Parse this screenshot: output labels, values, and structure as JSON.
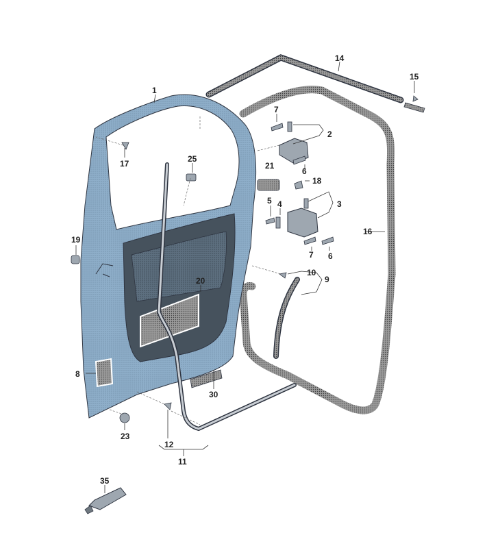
{
  "callouts": {
    "c1": "1",
    "c2": "2",
    "c3": "3",
    "c4": "4",
    "c5": "5",
    "c6a": "6",
    "c6b": "6",
    "c7a": "7",
    "c7b": "7",
    "c8": "8",
    "c9": "9",
    "c10": "10",
    "c11": "11",
    "c12": "12",
    "c14": "14",
    "c15": "15",
    "c16": "16",
    "c17": "17",
    "c18": "18",
    "c19": "19",
    "c20": "20",
    "c21": "21",
    "c23": "23",
    "c25": "25",
    "c30": "30",
    "c35": "35"
  },
  "colors": {
    "door_body": "#8eaec9",
    "door_shadow": "#6f8fab",
    "door_edge": "#2e3440",
    "seal": "#7f7f7f",
    "seal_dark": "#555a60",
    "hardware": "#9ea7b0",
    "label_bg": "#ffffff"
  },
  "icons": {
    "door": "door-panel-icon",
    "tube": "adhesive-tube-icon"
  }
}
